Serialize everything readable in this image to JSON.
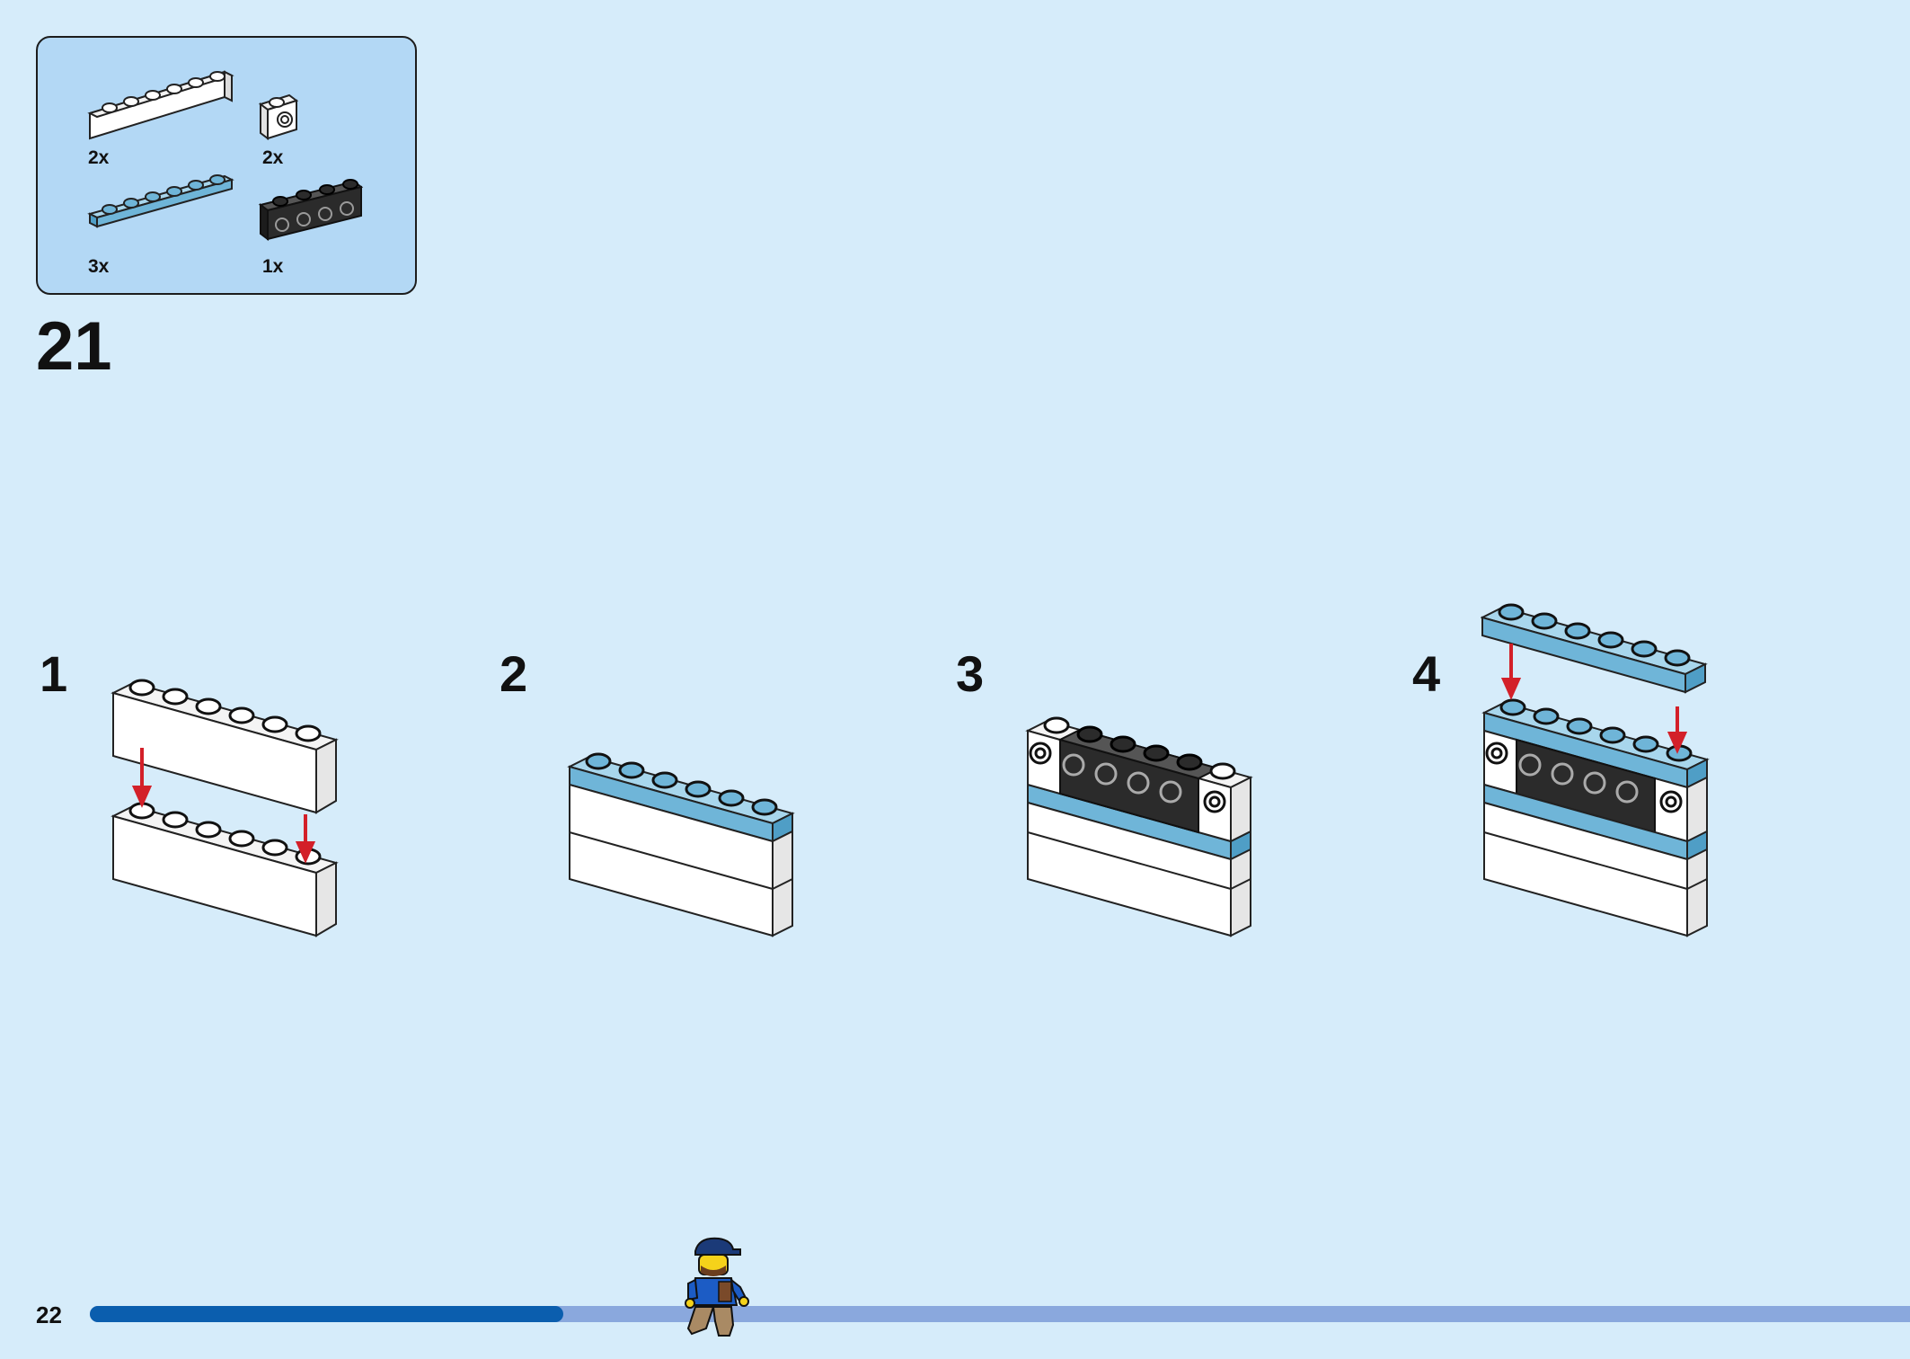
{
  "parts_list": {
    "items": [
      {
        "qty": "2x",
        "part": "white-brick-1x6"
      },
      {
        "qty": "2x",
        "part": "white-brick-1x1-side-stud"
      },
      {
        "qty": "3x",
        "part": "medium-azure-plate-1x6"
      },
      {
        "qty": "1x",
        "part": "black-brick-1x4-side-studs"
      }
    ]
  },
  "step": {
    "number": "21"
  },
  "substeps": [
    {
      "number": "1"
    },
    {
      "number": "2"
    },
    {
      "number": "3"
    },
    {
      "number": "4"
    }
  ],
  "footer": {
    "page_number": "22",
    "progress": 0.26
  },
  "colors": {
    "background": "#d6ecfa",
    "parts_box": "#b3d8f5",
    "white_brick": "#ffffff",
    "azure_plate": "#6fb5d8",
    "black_brick": "#2b2b2b",
    "arrow": "#d32029",
    "progress_done": "#0b5eae",
    "progress_todo": "#8aa8dd"
  }
}
